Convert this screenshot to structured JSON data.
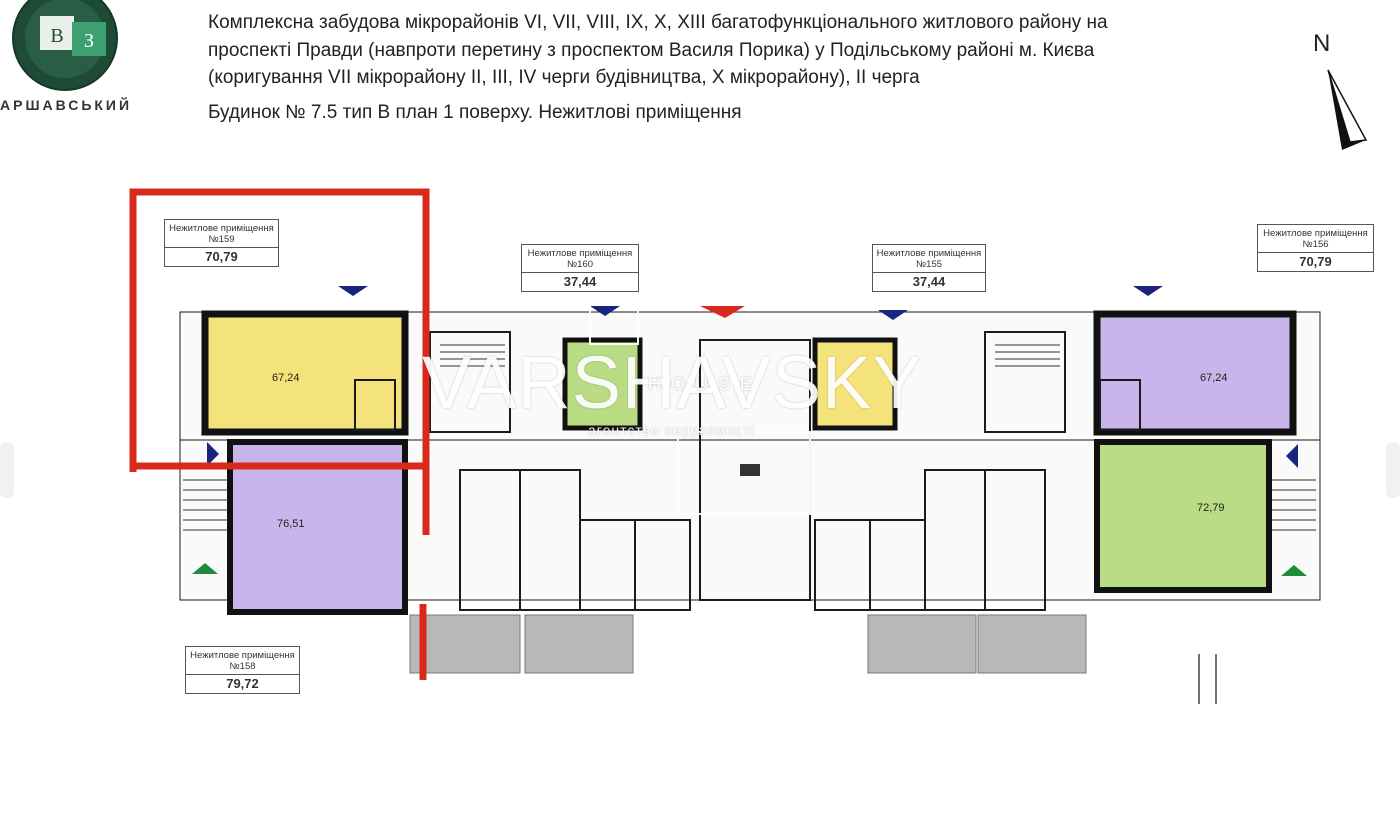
{
  "header": {
    "line1": "Комплексна забудова мікрорайонів VI, VII, VIII, IX, X, XIII багатофункціонального житлового району на",
    "line2": "проспекті Правди (навпроти перетину з проспектом Василя Порика) у Подільському районі м. Києва",
    "line3": "(коригування VII мікрорайону II, III, IV черги будівництва, X мікрорайону), II черга",
    "line4": "Будинок № 7.5  тип В    план  1 поверху. Нежитлові приміщення"
  },
  "logo": {
    "monogram_left": "В",
    "monogram_right": "З",
    "text": "АРШАВСЬКИЙ"
  },
  "compass": {
    "label": "N"
  },
  "units": [
    {
      "id": "159",
      "title": "Нежитлове приміщення №159",
      "area": "70,79",
      "inner_area": "67,24",
      "color": "#f4e27a"
    },
    {
      "id": "160",
      "title": "Нежитлове приміщення №160",
      "area": "37,44",
      "color": "#b9dc84"
    },
    {
      "id": "155",
      "title": "Нежитлове приміщення №155",
      "area": "37,44",
      "color": "#f4e27a"
    },
    {
      "id": "156",
      "title": "Нежитлове приміщення №156",
      "area": "70,79",
      "inner_area": "67,24",
      "color": "#c9b5ec"
    },
    {
      "id": "158",
      "title": "Нежитлове приміщення №158",
      "area": "79,72",
      "inner_area": "76,51",
      "color": "#c9b5ec"
    },
    {
      "id": "157",
      "inner_area": "72,79",
      "color": "#b9dc84"
    }
  ],
  "watermark": {
    "brand": "VARSHAVSKY",
    "house": "HOUSE",
    "tagline": "агентство нерухомості"
  },
  "colors": {
    "highlight": "#d9291c",
    "arrow_blue": "#1a237e",
    "arrow_green": "#1e8c3a",
    "wall": "#1b1b1b"
  }
}
